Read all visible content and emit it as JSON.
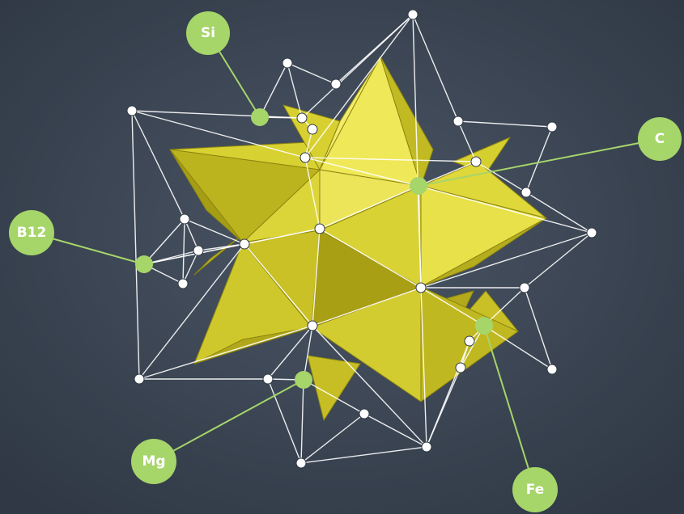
{
  "colors": {
    "background": "#3a4452",
    "star_yellow": "#e3dc3c",
    "star_dark": "#a9a116",
    "network_line": "#ffffff",
    "connector_node": "#a6d56a",
    "label_badge": "#a6d56a"
  },
  "labels": {
    "si": "Si",
    "c": "C",
    "b12": "B12",
    "mg": "Mg",
    "fe": "Fe"
  }
}
